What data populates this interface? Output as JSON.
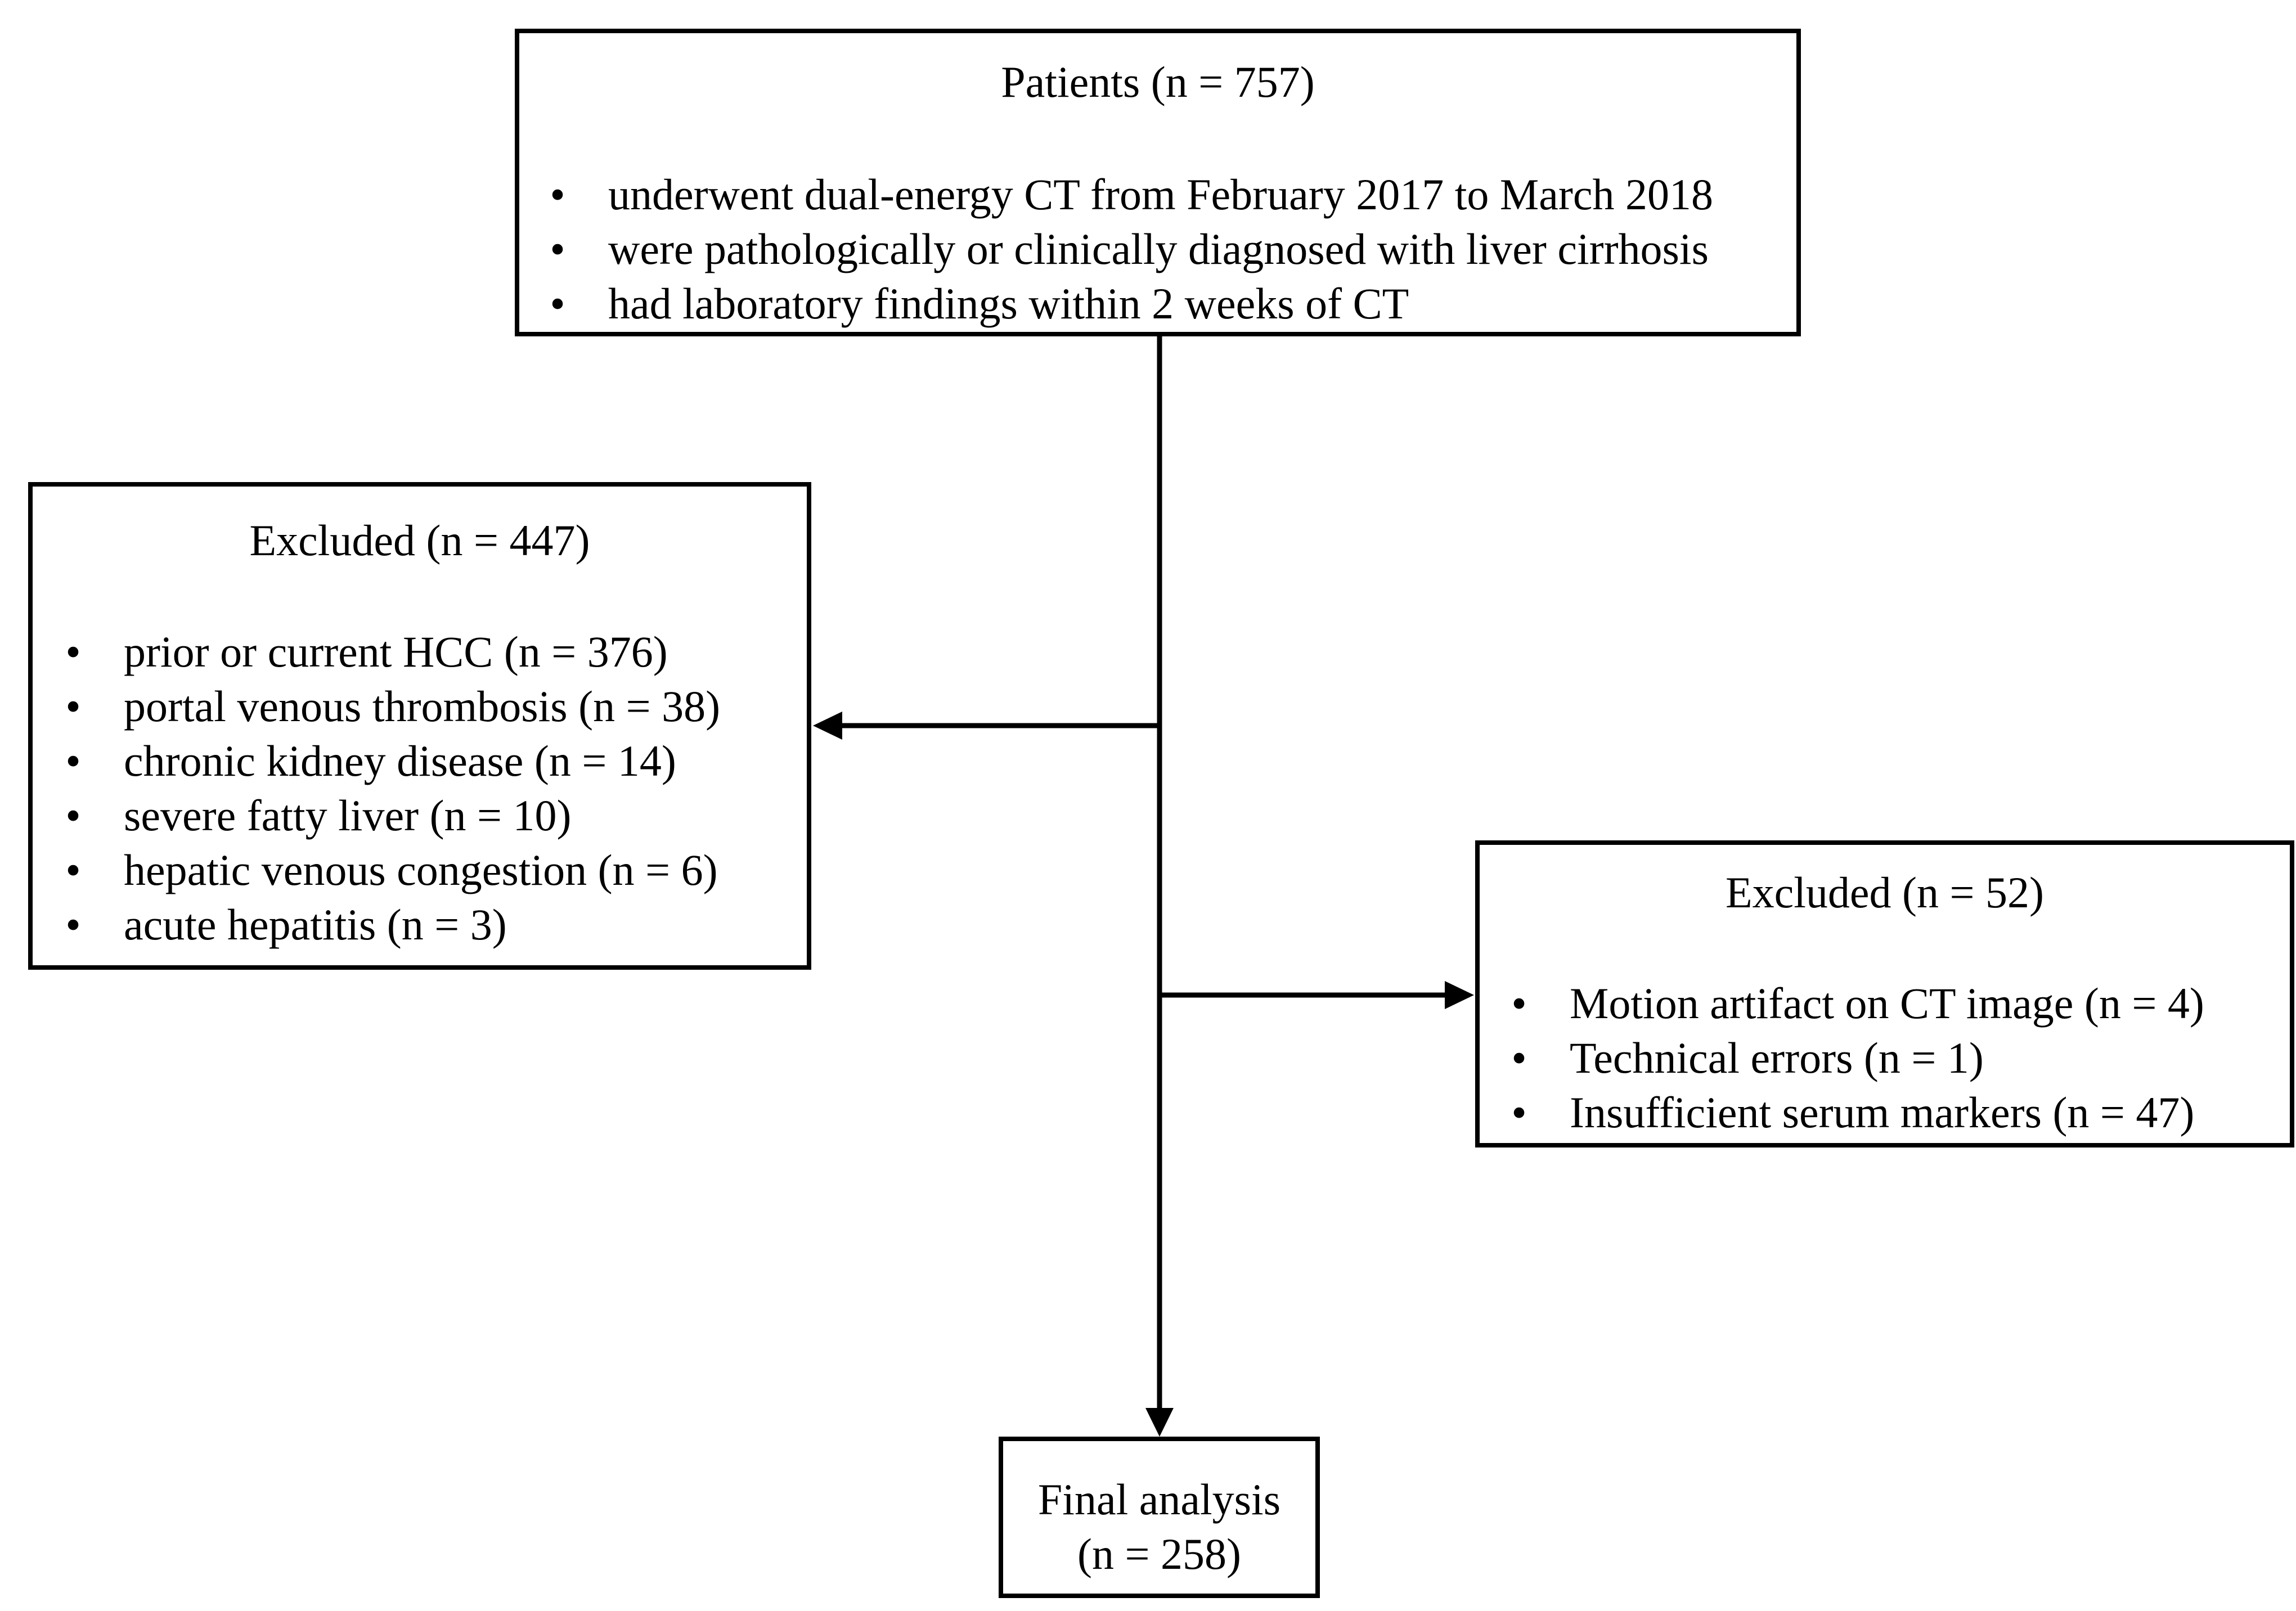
{
  "patients": {
    "title": "Patients (n = 757)",
    "criteria": [
      "underwent dual-energy CT from February 2017 to March 2018",
      "were pathologically or clinically diagnosed with liver cirrhosis",
      "had laboratory findings within 2 weeks of CT"
    ]
  },
  "excluded_first": {
    "title": "Excluded (n = 447)",
    "reasons": [
      "prior or current HCC (n = 376)",
      "portal venous thrombosis (n = 38)",
      "chronic kidney disease (n = 14)",
      "severe fatty liver (n = 10)",
      "hepatic venous congestion (n = 6)",
      "acute hepatitis (n = 3)"
    ]
  },
  "excluded_second": {
    "title": "Excluded (n = 52)",
    "reasons": [
      "Motion artifact on CT image (n = 4)",
      "Technical errors (n = 1)",
      "Insufficient serum markers (n = 47)"
    ]
  },
  "final": {
    "title_line1": "Final analysis",
    "title_line2": "(n = 258)"
  },
  "bullet_symbol": "•"
}
